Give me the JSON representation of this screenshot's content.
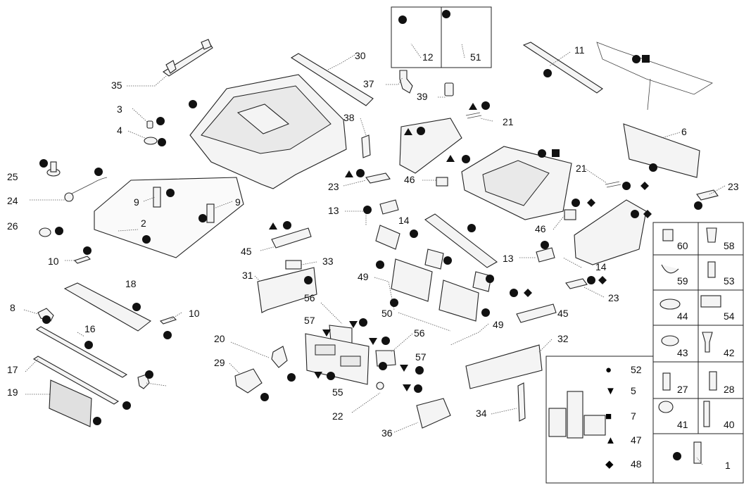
{
  "diagram": {
    "callouts": [
      "35",
      "30",
      "37",
      "39",
      "3",
      "4",
      "38",
      "25",
      "24",
      "23",
      "9",
      "9",
      "26",
      "2",
      "10",
      "13",
      "14",
      "45",
      "33",
      "31",
      "18",
      "8",
      "10",
      "16",
      "17",
      "19",
      "20",
      "29",
      "56",
      "57",
      "56",
      "57",
      "55",
      "22",
      "36",
      "11",
      "21",
      "21",
      "6",
      "23",
      "46",
      "46",
      "13",
      "14",
      "23",
      "49",
      "50",
      "49",
      "45",
      "32",
      "34",
      "12",
      "51"
    ],
    "hardware": [
      "60",
      "58",
      "59",
      "53",
      "44",
      "54",
      "43",
      "42",
      "27",
      "28",
      "41",
      "40",
      "1"
    ]
  },
  "legend": {
    "entries": [
      {
        "symbol": "●",
        "count": "52"
      },
      {
        "symbol": "▼",
        "count": "5"
      },
      {
        "symbol": "■",
        "count": "7"
      },
      {
        "symbol": "▲",
        "count": "47"
      },
      {
        "symbol": "◆",
        "count": "48"
      }
    ]
  },
  "colors": {
    "ink": "#111111",
    "part": "#f4f4f4",
    "line": "#222222"
  }
}
